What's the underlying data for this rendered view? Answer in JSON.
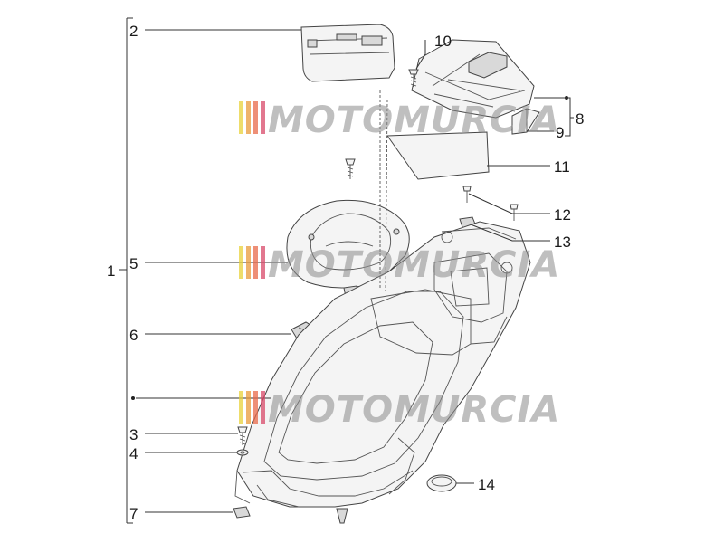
{
  "watermark": {
    "text": "MOTOMURCIA",
    "stripe_colors": [
      "#e8d23a",
      "#e89a3a",
      "#e86a4a",
      "#d84a6a"
    ]
  },
  "callouts": [
    {
      "id": "c1",
      "label": "1"
    },
    {
      "id": "c2",
      "label": "2"
    },
    {
      "id": "c3",
      "label": "3"
    },
    {
      "id": "c4",
      "label": "4"
    },
    {
      "id": "c5",
      "label": "5"
    },
    {
      "id": "c6",
      "label": "6"
    },
    {
      "id": "c7",
      "label": "7"
    },
    {
      "id": "c8",
      "label": "8"
    },
    {
      "id": "c9",
      "label": "9"
    },
    {
      "id": "c10",
      "label": "10"
    },
    {
      "id": "c11",
      "label": "11"
    },
    {
      "id": "c12",
      "label": "12"
    },
    {
      "id": "c13",
      "label": "13"
    },
    {
      "id": "c14",
      "label": "14"
    }
  ]
}
